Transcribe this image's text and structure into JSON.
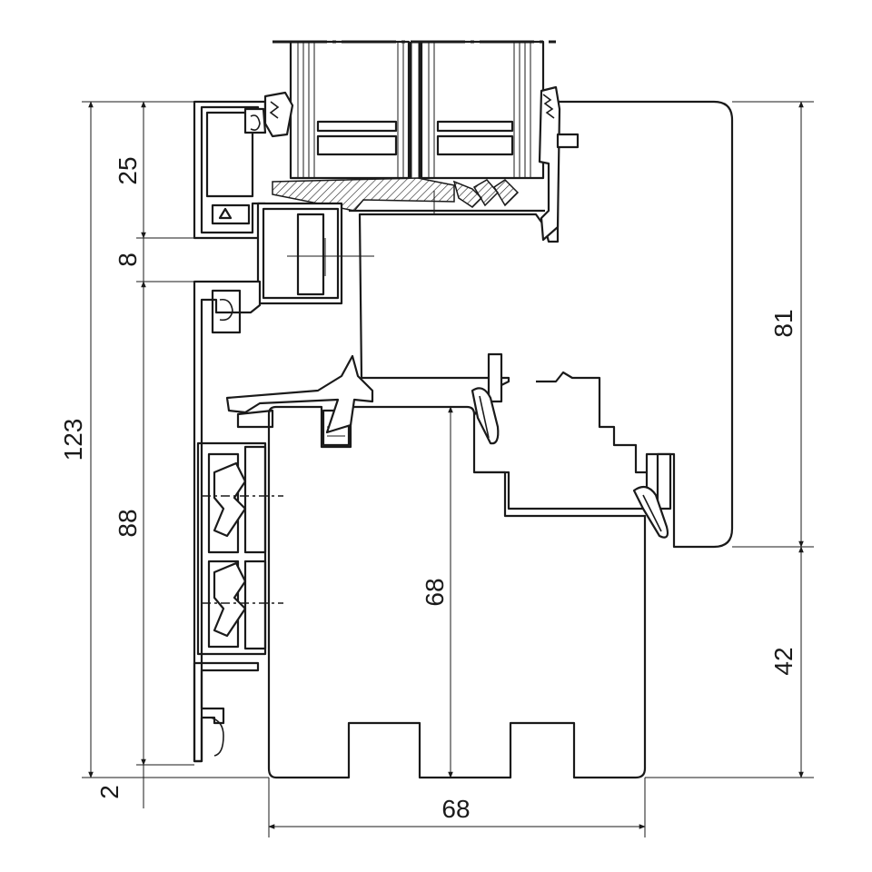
{
  "drawing": {
    "dimensions_left": {
      "overall_height": "123",
      "top_section": "25",
      "gap_section": "8",
      "lower_section": "88",
      "bottom_offset": "2"
    },
    "dimensions_right": {
      "sash_height": "81",
      "bottom_height": "42"
    },
    "dimensions_inner": {
      "frame_depth_vertical": "68"
    },
    "dimensions_bottom": {
      "frame_width": "68"
    }
  }
}
